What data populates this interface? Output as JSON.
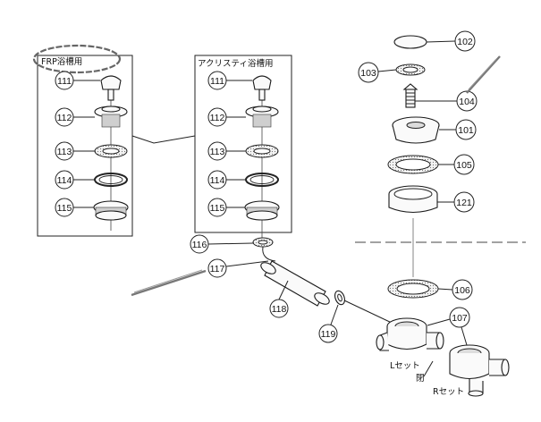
{
  "panels": {
    "left_title": "FRP浴槽用",
    "middle_title": "アクリスティ浴槽用"
  },
  "callouts": {
    "p101": "101",
    "p102": "102",
    "p103": "103",
    "p104": "104",
    "p105": "105",
    "p106": "106",
    "p107": "107",
    "p111": "111",
    "p112": "112",
    "p113": "113",
    "p114": "114",
    "p115": "115",
    "p116": "116",
    "p117": "117",
    "p118": "118",
    "p119": "119",
    "p121": "121"
  },
  "labels": {
    "l_set": "Lセット",
    "r_set": "Rセット",
    "hei": "閉"
  }
}
